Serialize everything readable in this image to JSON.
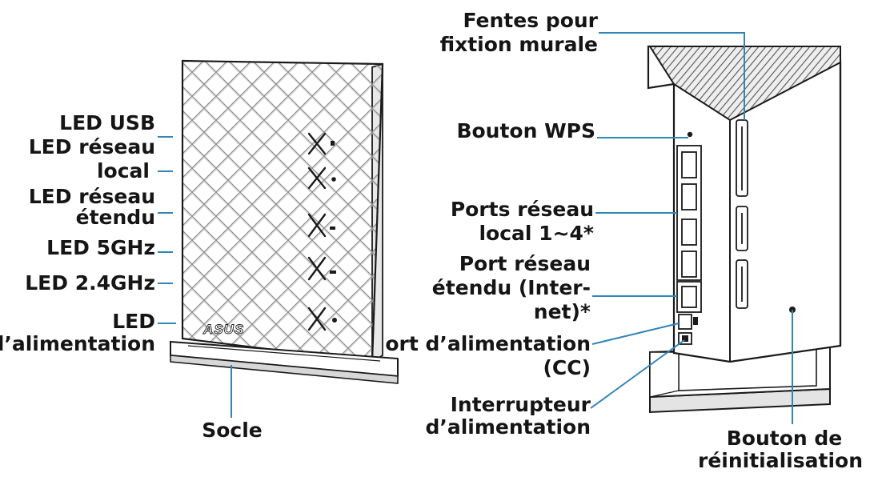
{
  "brand": {
    "logo_text": "ASUS"
  },
  "colors": {
    "leader": "#2f86b8",
    "outline": "#1a1a1a",
    "text": "#151515"
  },
  "front_labels": {
    "led_usb": "LED USB",
    "led_lan_1": "LED réseau",
    "led_lan_2": "local",
    "led_wan_1": "LED réseau",
    "led_wan_2": "étendu",
    "led_5ghz": "LED 5GHz",
    "led_24ghz": "LED 2.4GHz",
    "led_power_1": "LED",
    "led_power_2": "d’alimentation",
    "stand": "Socle"
  },
  "rear_labels": {
    "wall_slots_1": "Fentes pour",
    "wall_slots_2": "fixtion murale",
    "wps_button": "Bouton WPS",
    "lan_ports_1": "Ports réseau",
    "lan_ports_2": "local 1~4*",
    "wan_port_1": "Port réseau",
    "wan_port_2": "étendu (Inter-",
    "wan_port_3": "net)*",
    "dc_port_1": "ort d’alimentation",
    "dc_port_2": "(CC)",
    "power_switch_1": "Interrupteur",
    "power_switch_2": "d’alimentation",
    "reset_button_1": "Bouton de",
    "reset_button_2": "réinitialisation"
  }
}
